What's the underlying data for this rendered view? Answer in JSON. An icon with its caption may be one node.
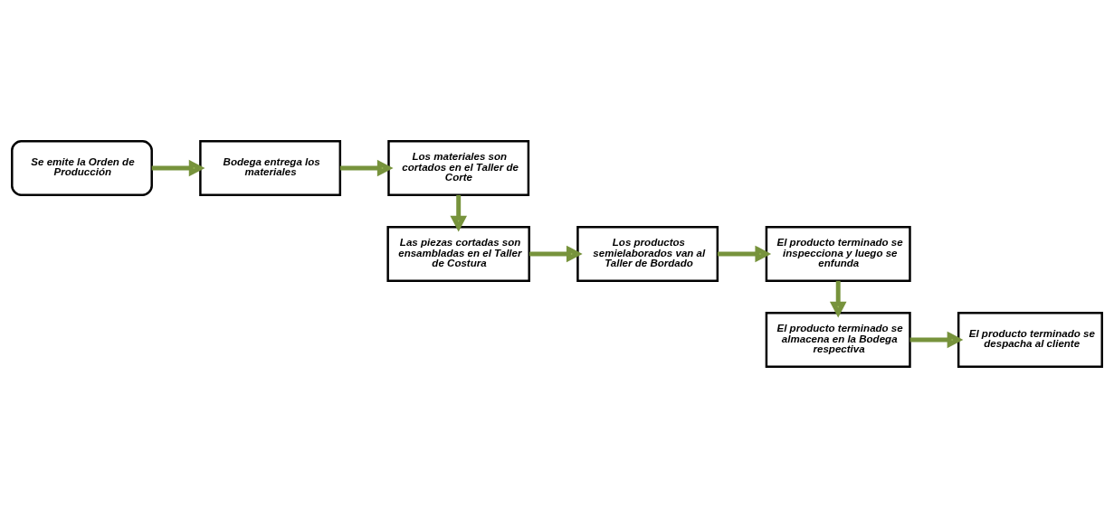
{
  "diagram": {
    "nodes": [
      {
        "text": [
          "Se emite la Orden de Producción"
        ]
      },
      {
        "text": [
          "Bodega entrega los materiales"
        ]
      },
      {
        "text": [
          "Los materiales son cortados en el Taller de Corte"
        ]
      },
      {
        "text": [
          "Las piezas cortadas son ensambladas en el Taller de Costura"
        ]
      },
      {
        "text": [
          "Los productos semielaborados van al Taller de Bordado"
        ]
      },
      {
        "text": [
          "El producto terminado se inspecciona y luego se enfunda"
        ]
      },
      {
        "text": [
          "El producto terminado se almacena en la Bodega respectiva"
        ]
      },
      {
        "text": [
          "El producto terminado se despacha al cliente"
        ]
      }
    ],
    "edges": [
      {
        "from": 0,
        "to": 1,
        "arrow": "to"
      },
      {
        "from": 1,
        "to": 2,
        "arrow": "to"
      },
      {
        "from": 2,
        "to": 3,
        "arrow": "to"
      },
      {
        "from": 3,
        "to": 4,
        "arrow": "to"
      },
      {
        "from": 4,
        "to": 5,
        "arrow": "to"
      },
      {
        "from": 5,
        "to": 6,
        "arrow": "to"
      },
      {
        "from": 6,
        "to": 7,
        "arrow": "to"
      }
    ]
  }
}
